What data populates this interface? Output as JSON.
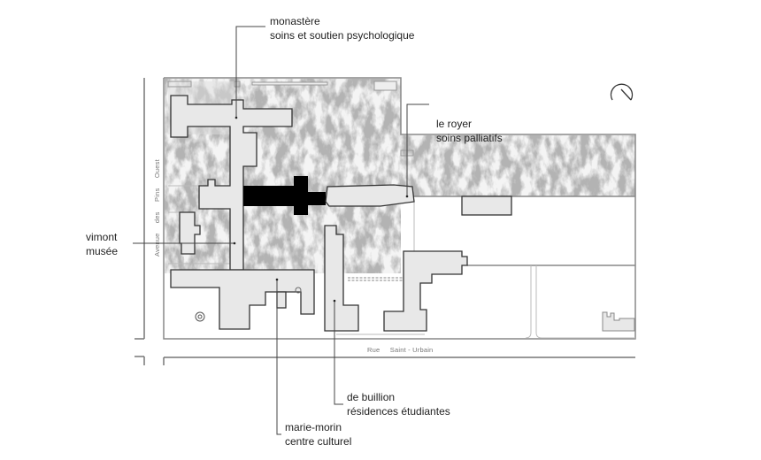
{
  "labels": {
    "monastere": {
      "name": "monastère",
      "function": "soins et soutien psychologique"
    },
    "le_royer": {
      "name": "le royer",
      "function": "soins palliatifs"
    },
    "vimont": {
      "name": "vimont",
      "function": "musée"
    },
    "de_buillion": {
      "name": "de buillion",
      "function": "résidences étudiantes"
    },
    "marie_morin": {
      "name": "marie-morin",
      "function": "centre culturel"
    }
  },
  "streets": {
    "south": "Rue     Saint - Urbain",
    "west": "Avenue     des     Pins     Ouest"
  },
  "icons": {
    "orientation": "north-arrow-icon"
  },
  "colors": {
    "building": "#e8e8e8",
    "highlight": "#000000",
    "garden": "#9a9a9a"
  }
}
